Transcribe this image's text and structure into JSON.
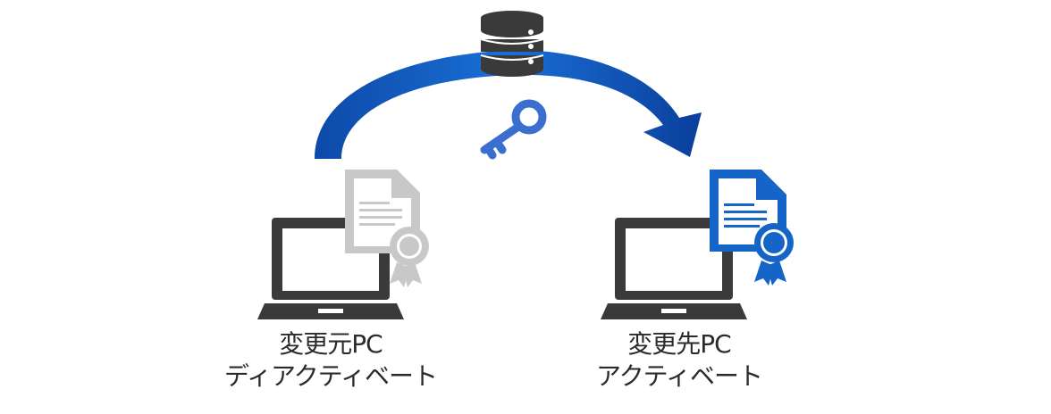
{
  "source": {
    "line1": "変更元PC",
    "line2": "ディアクティベート"
  },
  "target": {
    "line1": "変更先PC",
    "line2": "アクティベート"
  },
  "icons": {
    "server": "database-icon",
    "key": "key-icon",
    "source_laptop": "laptop-icon",
    "target_laptop": "laptop-icon",
    "source_certificate": "certificate-icon",
    "target_certificate": "certificate-icon",
    "arrow": "curved-arrow"
  },
  "colors": {
    "arrow_light": "#1a6fd6",
    "arrow_dark": "#0a3f9c",
    "key": "#3a6fd0",
    "server": "#3a3a3a",
    "laptop": "#3a3a3a",
    "source_certificate": "#c8c8c8",
    "target_certificate": "#1565c8"
  }
}
